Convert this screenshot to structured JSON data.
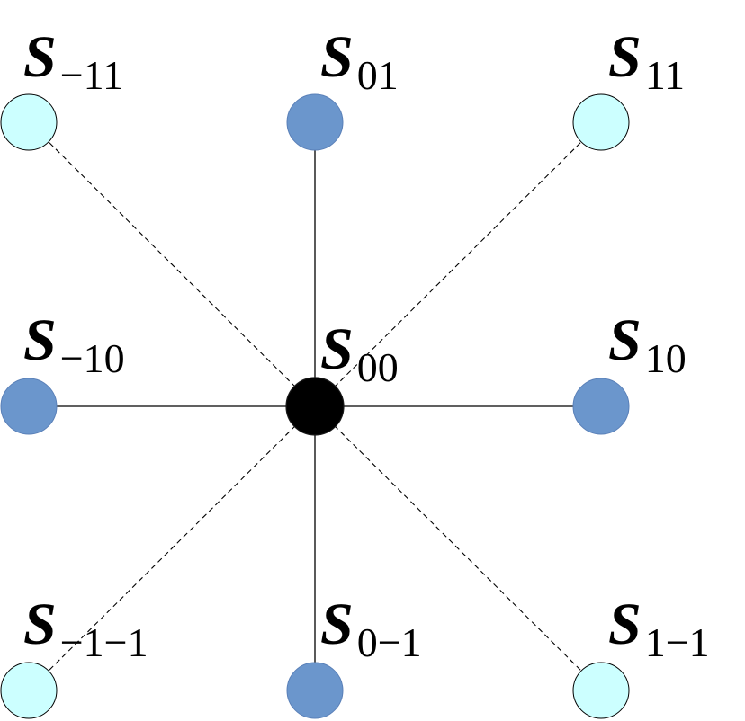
{
  "colors": {
    "center": "#000000",
    "axis_neighbor": "#6b96cc",
    "diagonal_neighbor": "#ccffff",
    "edge": "#000000"
  },
  "center": {
    "id": "00",
    "base": "S",
    "sub": "00"
  },
  "nodes": [
    {
      "id": "-11",
      "base": "S",
      "sub": "−11",
      "kind": "diagonal"
    },
    {
      "id": "01",
      "base": "S",
      "sub": "01",
      "kind": "axis"
    },
    {
      "id": "11",
      "base": "S",
      "sub": "11",
      "kind": "diagonal"
    },
    {
      "id": "-10",
      "base": "S",
      "sub": "−10",
      "kind": "axis"
    },
    {
      "id": "10",
      "base": "S",
      "sub": "10",
      "kind": "axis"
    },
    {
      "id": "-1-1",
      "base": "S",
      "sub": "−1−1",
      "kind": "diagonal"
    },
    {
      "id": "0-1",
      "base": "S",
      "sub": "0−1",
      "kind": "axis"
    },
    {
      "id": "1-1",
      "base": "S",
      "sub": "1−1",
      "kind": "diagonal"
    }
  ],
  "edges": [
    {
      "from": "00",
      "to": "-11",
      "style": "dashed"
    },
    {
      "from": "00",
      "to": "01",
      "style": "solid"
    },
    {
      "from": "00",
      "to": "11",
      "style": "dashed"
    },
    {
      "from": "00",
      "to": "-10",
      "style": "solid"
    },
    {
      "from": "00",
      "to": "10",
      "style": "solid"
    },
    {
      "from": "00",
      "to": "-1-1",
      "style": "dashed"
    },
    {
      "from": "00",
      "to": "0-1",
      "style": "solid"
    },
    {
      "from": "00",
      "to": "1-1",
      "style": "dashed"
    }
  ]
}
